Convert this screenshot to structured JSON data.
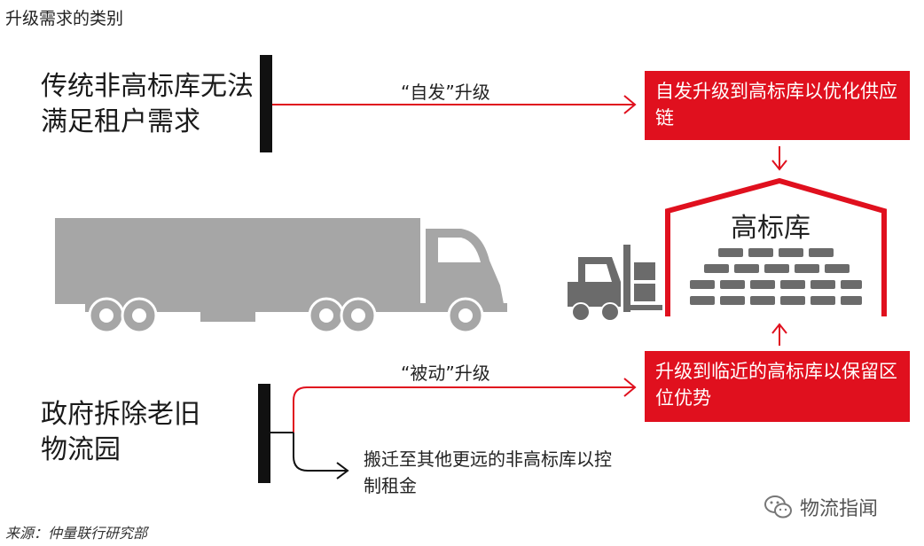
{
  "title": "升级需求的类别",
  "cause_top": "传统非高标库无法满足租户需求",
  "cause_bottom": "政府拆除老旧物流园",
  "label_voluntary": "“自发”升级",
  "label_passive": "“被动”升级",
  "box_top": "自发升级到高标库以优化供应链",
  "box_bottom": "升级到临近的高标库以保留区位优势",
  "relocate": "搬迁至其他更远的非高标库以控制租金",
  "warehouse": "高标库",
  "source": "来源：仲量联行研究部",
  "watermark": "物流指闻",
  "colors": {
    "red": "#e0101e",
    "gray": "#a6a6a6",
    "dark_gray": "#6b6b6b",
    "black": "#111111"
  },
  "icons": [
    "truck-icon",
    "forklift-icon",
    "warehouse-icon",
    "wechat-icon"
  ]
}
